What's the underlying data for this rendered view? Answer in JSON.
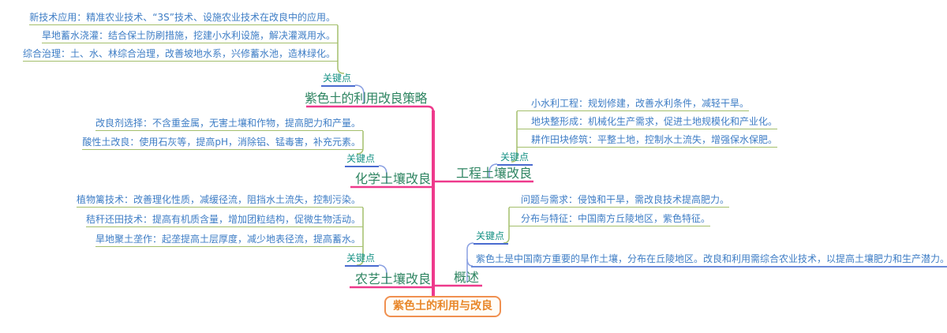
{
  "root": {
    "label": "紫色土的利用与改良"
  },
  "branches": [
    {
      "id": "strategy",
      "label": "紫色土的利用改良策略",
      "keypoint": "关键点",
      "items": [
        "新技术应用：精准农业技术、“3S”技术、设施农业技术在改良中的应用。",
        "旱地蓄水浇灌：结合保土防刷措施，挖建小水利设施，解决灌溉用水。",
        "综合治理：土、水、林综合治理，改善坡地水系，兴修蓄水池，造林绿化。"
      ]
    },
    {
      "id": "engineering",
      "label": "工程土壤改良",
      "keypoint": "关键点",
      "items": [
        "小水利工程：规划修建，改善水利条件，减轻干旱。",
        "地块整形成：机械化生产需求，促进土地规模化和产业化。",
        "耕作田块修筑：平整土地，控制水土流失，增强保水保肥。"
      ]
    },
    {
      "id": "chemical",
      "label": "化学土壤改良",
      "keypoint": "关键点",
      "items": [
        "改良剂选择：不含重金属，无害土壤和作物，提高肥力和产量。",
        "酸性土改良：使用石灰等，提高pH，消除铝、锰毒害，补充元素。"
      ]
    },
    {
      "id": "agronomic",
      "label": "农艺土壤改良",
      "keypoint": "关键点",
      "items": [
        "植物篱技术：改善理化性质，减缓径流，阻挡水土流失，控制污染。",
        "秸秆还田技术：提高有机质含量，增加团粒结构，促微生物活动。",
        "旱地聚土垄作：起垄提高土层厚度，减少地表径流，提高蓄水。"
      ]
    },
    {
      "id": "overview",
      "label": "概述",
      "keypoint": "关键点",
      "summary": "紫色土是中国南方重要的旱作土壤，分布在丘陵地区。改良和利用需综合农业技术，以提高土壤肥力和生产潜力。",
      "items": [
        "问题与需求：侵蚀和干旱，需改良技术提高肥力。",
        "分布与特征：中国南方丘陵地区，紫色特征。"
      ]
    }
  ],
  "colors": {
    "trunk_pink": "#ee3a8c",
    "level2_blue": "#4a6bd0",
    "elbow_blue": "#8aa0e2",
    "level3_green": "#a4bf6c",
    "title_green": "#2f8562",
    "keypoint_teal": "#169184",
    "leaf_blue": "#3e7dc5",
    "root_orange_border": "#f09050",
    "root_orange_text": "#e8872a"
  }
}
